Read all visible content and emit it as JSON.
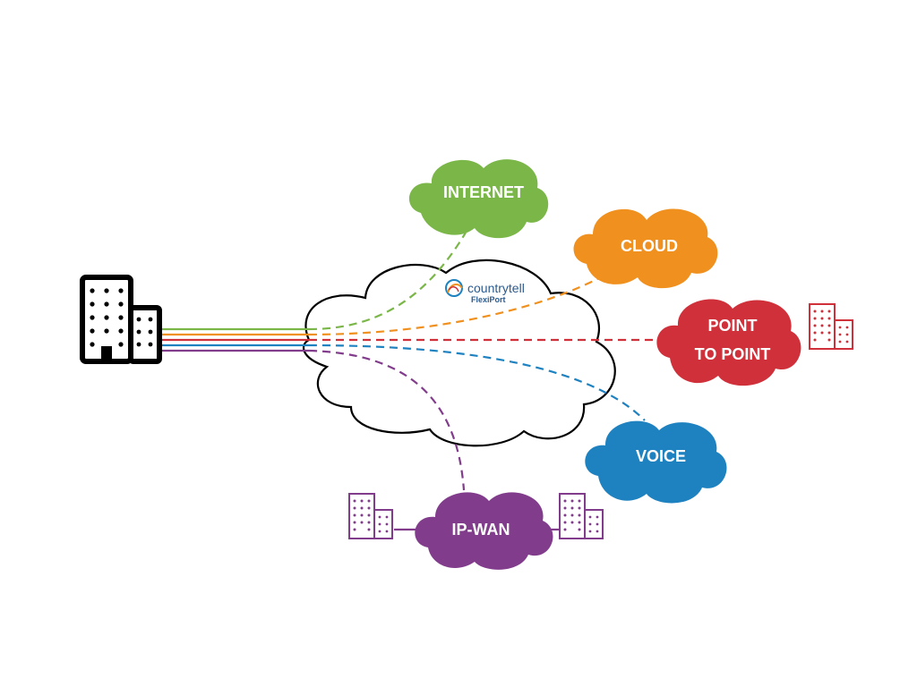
{
  "brand": {
    "name": "countrytell",
    "product": "FlexiPort"
  },
  "services": {
    "internet": {
      "label": "INTERNET",
      "color": "#7ab648"
    },
    "cloud": {
      "label": "CLOUD",
      "color": "#f0901e"
    },
    "point_to_point": {
      "line1": "POINT",
      "line2": "TO POINT",
      "color": "#d0303a"
    },
    "voice": {
      "label": "VOICE",
      "color": "#1f82c0"
    },
    "ip_wan": {
      "label": "IP-WAN",
      "color": "#823c8c"
    }
  },
  "colors": {
    "core_cloud_stroke": "#000000",
    "core_cloud_fill": "#ffffff",
    "hq_building": "#000000"
  },
  "icons": [
    "office-building-icon",
    "cloud-icon",
    "countrytell-logo-icon"
  ]
}
